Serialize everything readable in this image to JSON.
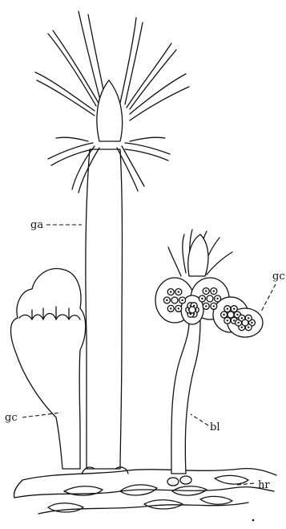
{
  "figure": {
    "labels": {
      "ga": "ga",
      "gc_left": "gc",
      "gc_right": "gc",
      "bl": "bl",
      "hr": "hr"
    }
  }
}
